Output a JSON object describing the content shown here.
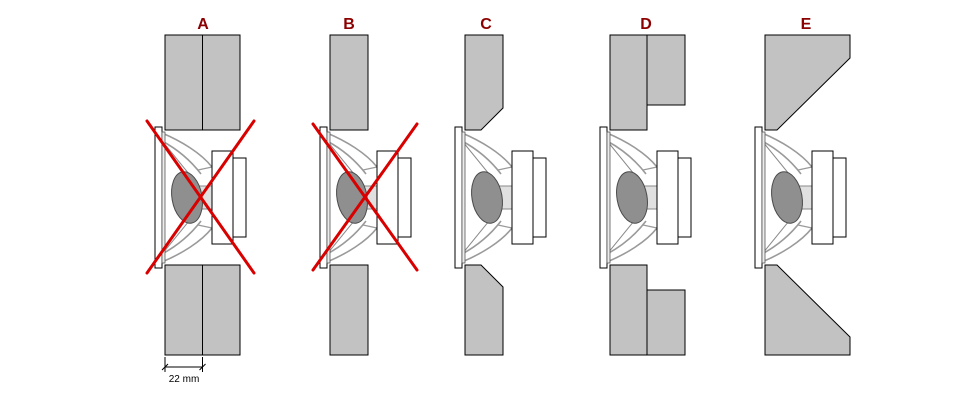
{
  "diagram": {
    "variants": [
      {
        "label": "A",
        "crossed_out": true
      },
      {
        "label": "B",
        "crossed_out": true
      },
      {
        "label": "C",
        "crossed_out": false
      },
      {
        "label": "D",
        "crossed_out": false
      },
      {
        "label": "E",
        "crossed_out": false
      }
    ],
    "dimension": {
      "label": "22 mm"
    },
    "colors": {
      "background": "#ffffff",
      "panel_fill": "#c2c2c2",
      "outline": "#000000",
      "variant_label": "#8b0000",
      "cross": "#d90000",
      "magnet_fill": "#8f8f8f"
    }
  }
}
